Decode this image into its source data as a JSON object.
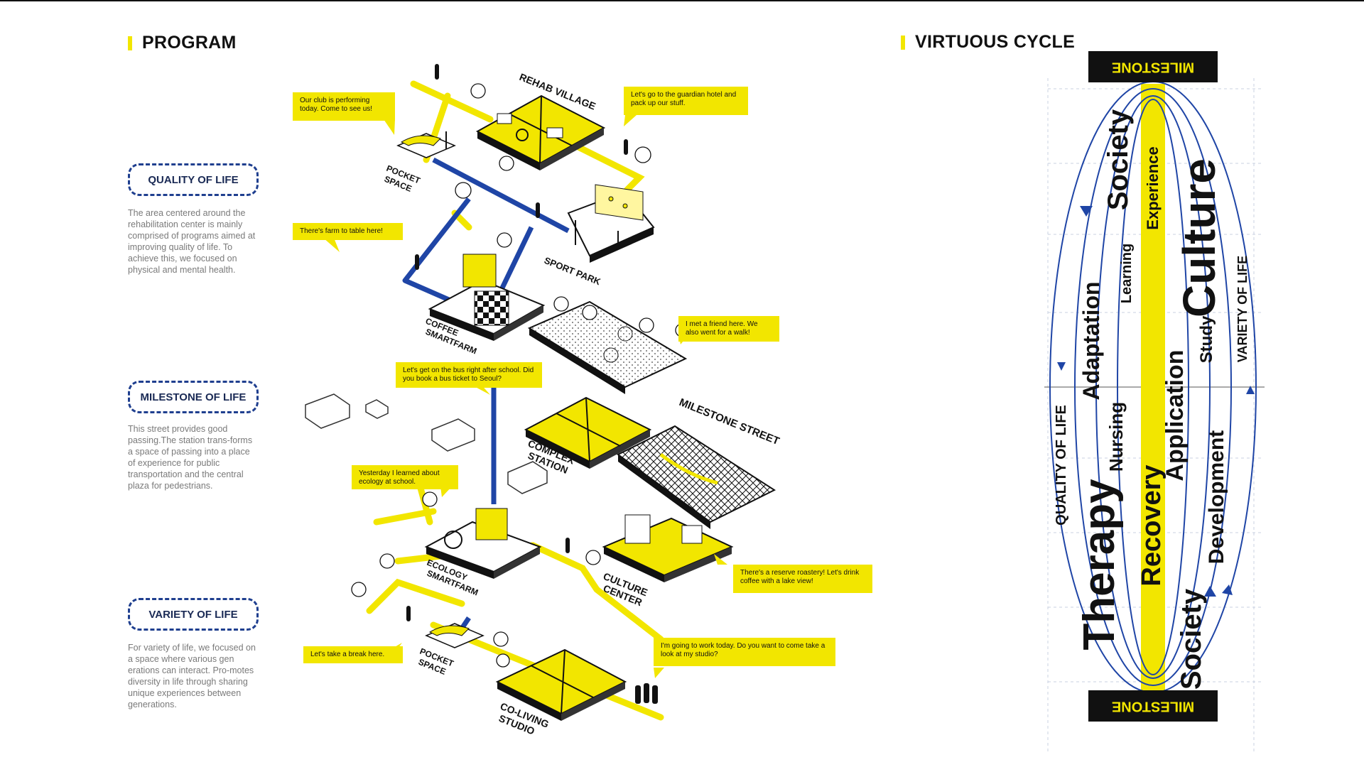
{
  "colors": {
    "accent": "#f2e600",
    "blue": "#1f45a6",
    "dark": "#111111",
    "grey": "#7a7a7a"
  },
  "program": {
    "title": "PROGRAM",
    "quality": {
      "label": "QUALITY OF LIFE",
      "text": "The area centered around the rehabilitation center is mainly comprised of programs aimed at improving quality of life. To achieve this, we focused on physical and mental health."
    },
    "milestone": {
      "label": "MILESTONE OF LIFE",
      "text": "This street provides good passing.The station trans-forms a space of passing into a place of experience for public transportation and the central plaza for pedestrians."
    },
    "variety": {
      "label": "VARIETY OF LIFE",
      "text": "For variety of life, we focused on a space where various gen erations can interact. Pro-motes diversity in life through sharing unique experiences between generations."
    }
  },
  "map": {
    "places": {
      "rehab": "REHAB VILLAGE",
      "pocket1a": "POCKET",
      "pocket1b": "SPACE",
      "sport": "SPORT PARK",
      "coffee1": "COFFEE",
      "coffee2": "SMARTFARM",
      "milestone_street": "MILESTONE STREET",
      "complex1": "COMPLEX",
      "complex2": "STATION",
      "ecology1": "ECOLOGY",
      "ecology2": "SMARTFARM",
      "culture1": "CULTURE",
      "culture2": "CENTER",
      "pocket2a": "POCKET",
      "pocket2b": "SPACE",
      "coliving1": "CO-LIVING",
      "coliving2": "STUDIO"
    },
    "bubbles": {
      "club": "Our club is performing today. Come to see us!",
      "guardian": "Let's go to the guardian hotel and pack up our stuff.",
      "farm": "There's farm to table here!",
      "friend": "I met a friend here. We also went for a walk!",
      "bus": "Let's get on the bus right after school. Did you book a bus ticket to Seoul?",
      "ecology": "Yesterday I learned about ecology at school.",
      "roastery": "There's a reserve roastery! Let's drink coffee with a lake view!",
      "break": "Let's take a break here.",
      "studio": "I'm going to work today. Do you want to come take a look at my studio?"
    }
  },
  "cycle": {
    "title": "VIRTUOUS CYCLE",
    "milestone_top": "MILESTONE",
    "milestone_bottom": "MILESTONE",
    "words": {
      "society_top": "Society",
      "experience": "Experience",
      "culture": "Culture",
      "learning": "Learning",
      "adaptation": "Adaptation",
      "study": "Study",
      "variety": "VARIETY OF LIFE",
      "quality": "QUALITY OF LIFE",
      "nursing": "Nursing",
      "application": "Application",
      "development": "Development",
      "recovery": "Recovery",
      "therapy": "Therapy",
      "society_bottom": "Society"
    }
  }
}
